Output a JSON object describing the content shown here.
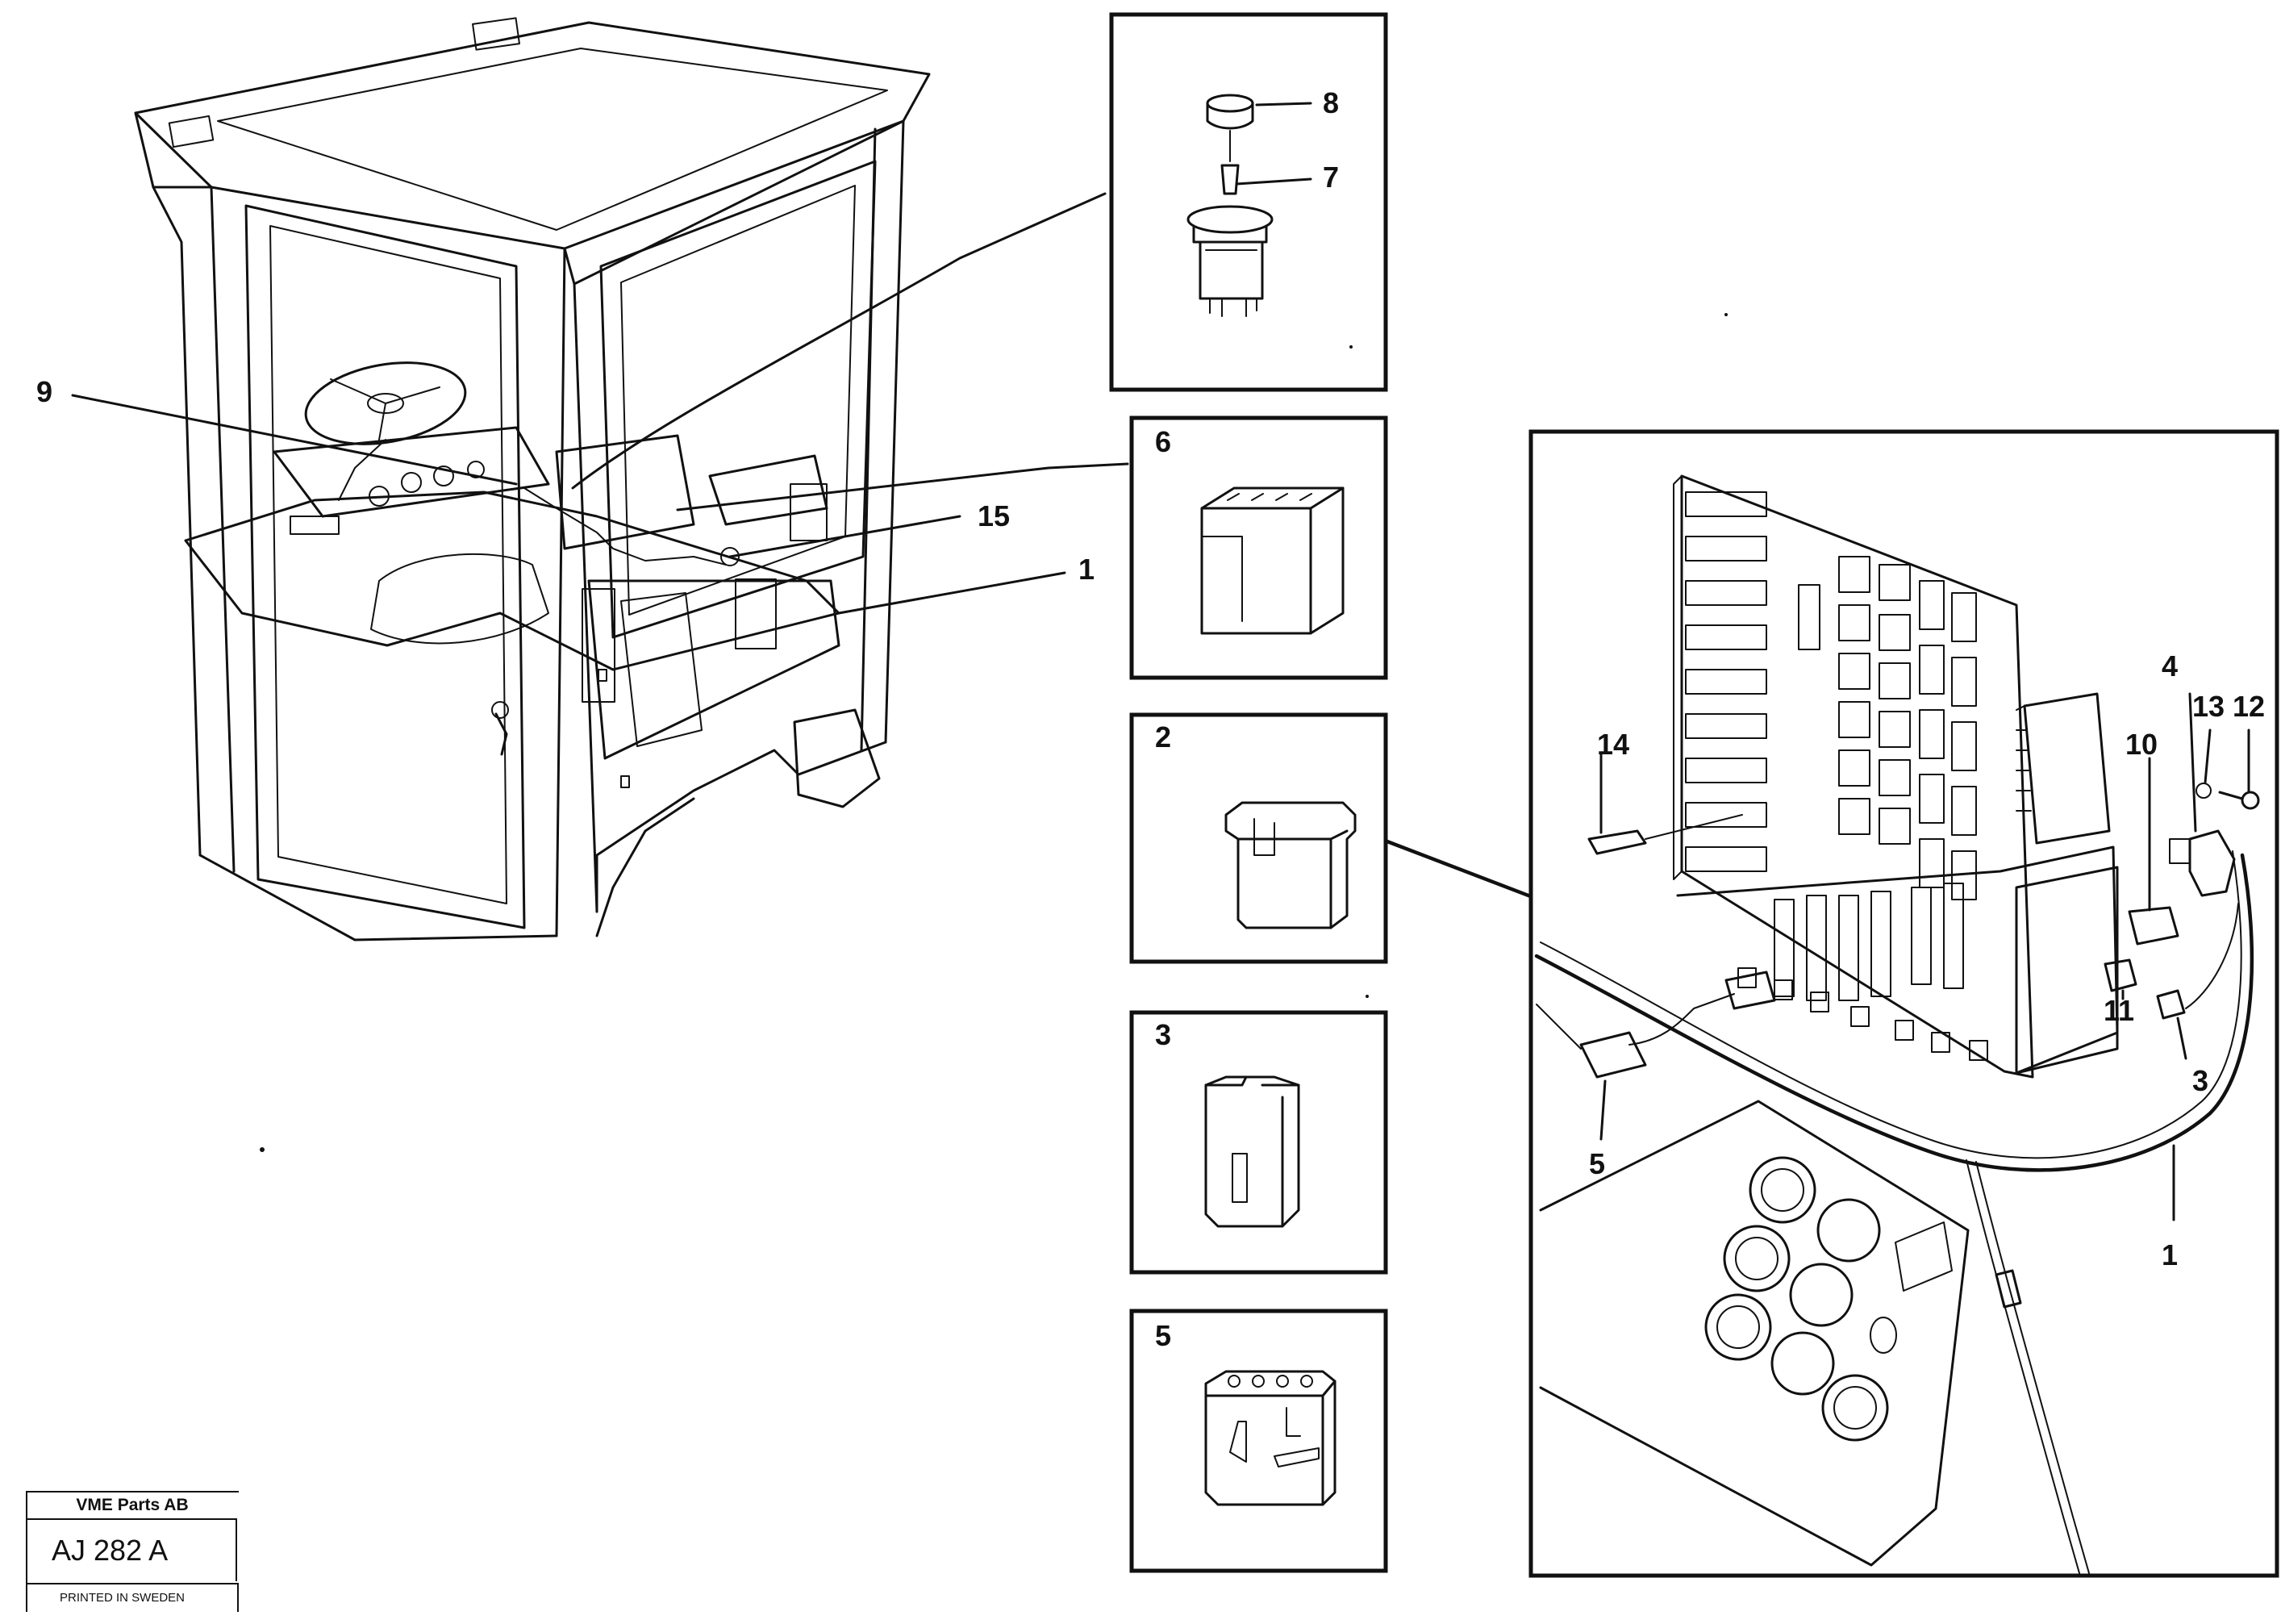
{
  "diagram": {
    "callouts": {
      "c1_cab": "1",
      "c1_panel": "1",
      "c2": "2",
      "c3_box": "3",
      "c3_panel": "3",
      "c4": "4",
      "c5_box": "5",
      "c5_panel": "5",
      "c6": "6",
      "c7": "7",
      "c8": "8",
      "c9": "9",
      "c10": "10",
      "c11": "11",
      "c12": "12",
      "c13": "13",
      "c14": "14",
      "c15": "15"
    }
  },
  "title_block": {
    "company": "VME Parts AB",
    "code": "AJ 282 A",
    "printed": "PRINTED IN SWEDEN"
  }
}
